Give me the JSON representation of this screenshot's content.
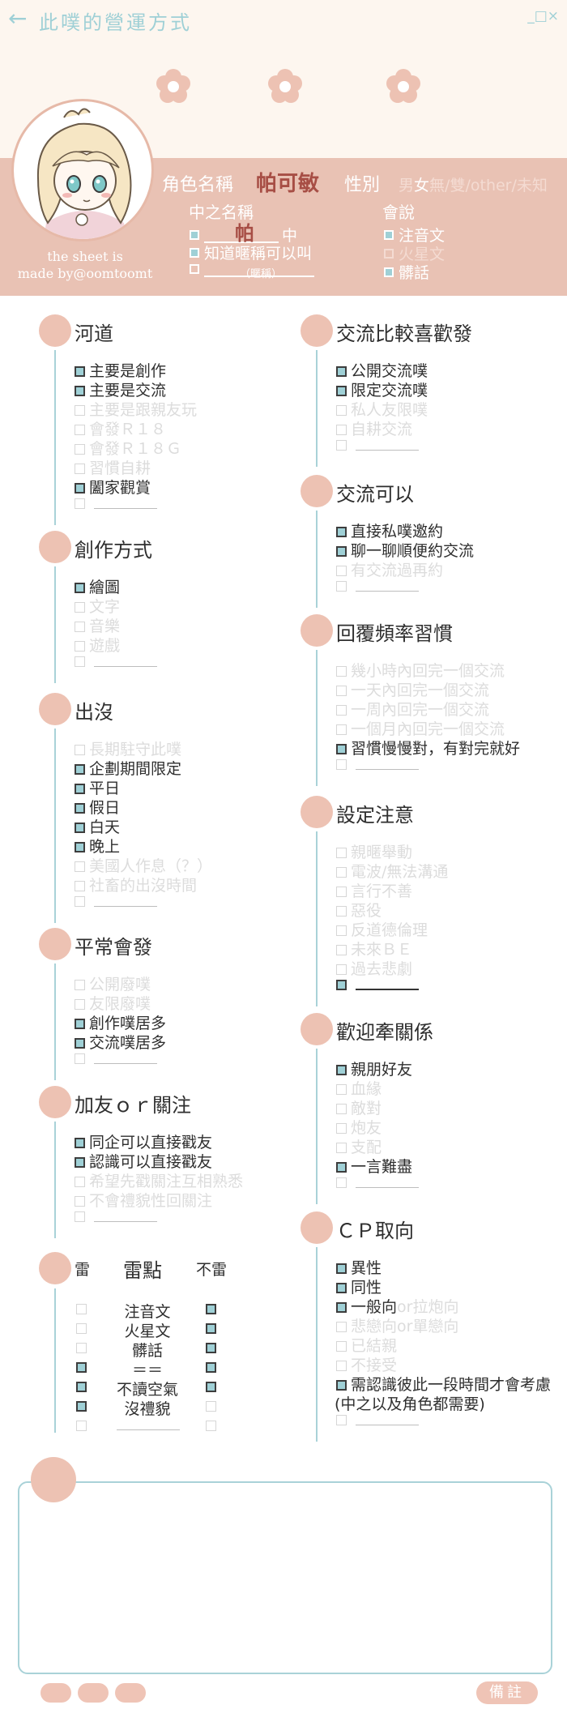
{
  "header": {
    "back_icon": "←",
    "title": "此噗的營運方式",
    "window_controls": "_□×"
  },
  "profile": {
    "credit_line1": "the sheet is",
    "credit_line2": "made by@oomtoomt",
    "role_label": "角色名稱",
    "role_value": "帕可敏",
    "sex_label": "性別",
    "sex_options": [
      "男",
      "女",
      "無",
      "/",
      "雙",
      "/",
      "other",
      "/",
      "未知"
    ],
    "sex_selected": "女",
    "nakano_label": "中之名稱",
    "nakano_options": [
      {
        "checked": true,
        "value": "帕",
        "suffix": "中"
      },
      {
        "checked": true,
        "text": "知道暱稱可以叫"
      },
      {
        "checked": false,
        "text": ""
      }
    ],
    "nickname_note": "（暱稱）",
    "speak_label": "會說",
    "speak_options": [
      {
        "checked": true,
        "text": "注音文"
      },
      {
        "checked": false,
        "text": "火星文"
      },
      {
        "checked": true,
        "text": "髒話"
      }
    ]
  },
  "sections_left": [
    {
      "title": "河道",
      "options": [
        {
          "checked": true,
          "text": "主要是創作"
        },
        {
          "checked": true,
          "text": "主要是交流"
        },
        {
          "checked": false,
          "text": "主要是跟親友玩"
        },
        {
          "checked": false,
          "text": "會發Ｒ１８"
        },
        {
          "checked": false,
          "text": "會發Ｒ１８Ｇ"
        },
        {
          "checked": false,
          "text": "習慣自耕"
        },
        {
          "checked": true,
          "text": "闔家觀賞"
        },
        {
          "checked": false,
          "text": ""
        }
      ]
    },
    {
      "title": "創作方式",
      "options": [
        {
          "checked": true,
          "text": "繪圖"
        },
        {
          "checked": false,
          "text": "文字"
        },
        {
          "checked": false,
          "text": "音樂"
        },
        {
          "checked": false,
          "text": "遊戲"
        },
        {
          "checked": false,
          "text": ""
        }
      ]
    },
    {
      "title": "出沒",
      "options": [
        {
          "checked": false,
          "text": "長期駐守此噗"
        },
        {
          "checked": true,
          "text": "企劃期間限定"
        },
        {
          "checked": true,
          "text": "平日"
        },
        {
          "checked": true,
          "text": "假日"
        },
        {
          "checked": true,
          "text": "白天"
        },
        {
          "checked": true,
          "text": "晚上"
        },
        {
          "checked": false,
          "text": "美國人作息（？）"
        },
        {
          "checked": false,
          "text": "社畜的出沒時間"
        },
        {
          "checked": false,
          "text": ""
        }
      ]
    },
    {
      "title": "平常會發",
      "options": [
        {
          "checked": false,
          "text": "公開廢噗"
        },
        {
          "checked": false,
          "text": "友限廢噗"
        },
        {
          "checked": true,
          "text": "創作噗居多"
        },
        {
          "checked": true,
          "text": "交流噗居多"
        },
        {
          "checked": false,
          "text": ""
        }
      ]
    },
    {
      "title": "加友ｏｒ關注",
      "options": [
        {
          "checked": true,
          "text": "同企可以直接戳友"
        },
        {
          "checked": true,
          "text": "認識可以直接戳友"
        },
        {
          "checked": false,
          "text": "希望先戳關注互相熟悉"
        },
        {
          "checked": false,
          "text": "不會禮貌性回關注"
        },
        {
          "checked": false,
          "text": ""
        }
      ]
    }
  ],
  "mine": {
    "left_label": "雷",
    "title": "雷點",
    "right_label": "不雷",
    "rows": [
      {
        "text": "注音文",
        "mine": false,
        "ok": true
      },
      {
        "text": "火星文",
        "mine": false,
        "ok": true
      },
      {
        "text": "髒話",
        "mine": false,
        "ok": true
      },
      {
        "text": "＝＝",
        "mine": true,
        "ok": true
      },
      {
        "text": "不讀空氣",
        "mine": true,
        "ok": true
      },
      {
        "text": "沒禮貌",
        "mine": true,
        "ok": false
      },
      {
        "text": "",
        "mine": false,
        "ok": false
      }
    ]
  },
  "sections_right": [
    {
      "title": "交流比較喜歡發",
      "options": [
        {
          "checked": true,
          "text": "公開交流噗"
        },
        {
          "checked": true,
          "text": "限定交流噗"
        },
        {
          "checked": false,
          "text": "私人友限噗"
        },
        {
          "checked": false,
          "text": "自耕交流"
        },
        {
          "checked": false,
          "text": ""
        }
      ]
    },
    {
      "title": "交流可以",
      "options": [
        {
          "checked": true,
          "text": "直接私噗邀約"
        },
        {
          "checked": true,
          "text": "聊一聊順便約交流"
        },
        {
          "checked": false,
          "text": "有交流過再約"
        },
        {
          "checked": false,
          "text": ""
        }
      ]
    },
    {
      "title": "回覆頻率習慣",
      "options": [
        {
          "checked": false,
          "text": "幾小時內回完一個交流"
        },
        {
          "checked": false,
          "text": "一天內回完一個交流"
        },
        {
          "checked": false,
          "text": "一周內回完一個交流"
        },
        {
          "checked": false,
          "text": "一個月內回完一個交流"
        },
        {
          "checked": true,
          "text": "習慣慢慢對，有對完就好"
        },
        {
          "checked": false,
          "text": ""
        }
      ]
    },
    {
      "title": "設定注意",
      "options": [
        {
          "checked": false,
          "text": "親暱舉動"
        },
        {
          "checked": false,
          "text": "電波/無法溝通"
        },
        {
          "checked": false,
          "text": "言行不善"
        },
        {
          "checked": false,
          "text": "惡役"
        },
        {
          "checked": false,
          "text": "反道德倫理"
        },
        {
          "checked": false,
          "text": "未來ＢＥ"
        },
        {
          "checked": false,
          "text": "過去悲劇"
        },
        {
          "checked": true,
          "text": ""
        }
      ]
    },
    {
      "title": "歡迎牽關係",
      "options": [
        {
          "checked": true,
          "text": "親朋好友"
        },
        {
          "checked": false,
          "text": "血緣"
        },
        {
          "checked": false,
          "text": "敵對"
        },
        {
          "checked": false,
          "text": "炮友"
        },
        {
          "checked": false,
          "text": "支配"
        },
        {
          "checked": true,
          "text": "一言難盡"
        },
        {
          "checked": false,
          "text": ""
        }
      ]
    },
    {
      "title": "ＣＰ取向",
      "options": [
        {
          "checked": true,
          "text": "異性"
        },
        {
          "checked": true,
          "text": "同性"
        },
        {
          "checked": true,
          "text": "一般向",
          "extra": "or拉炮向"
        },
        {
          "checked": false,
          "text": "悲戀向or單戀向"
        },
        {
          "checked": false,
          "text": "已結親"
        },
        {
          "checked": false,
          "text": "不接受"
        },
        {
          "checked": true,
          "text": "需認識彼此一段時間才會考慮"
        },
        {
          "checked": null,
          "text": "(中之以及角色都需要)"
        },
        {
          "checked": false,
          "text": ""
        }
      ]
    }
  ],
  "footer": {
    "remark_label": "備註"
  },
  "colors": {
    "accent_teal": "#9fd0d6",
    "accent_pink": "#e9c2b4",
    "dark_red": "#a74e45"
  }
}
